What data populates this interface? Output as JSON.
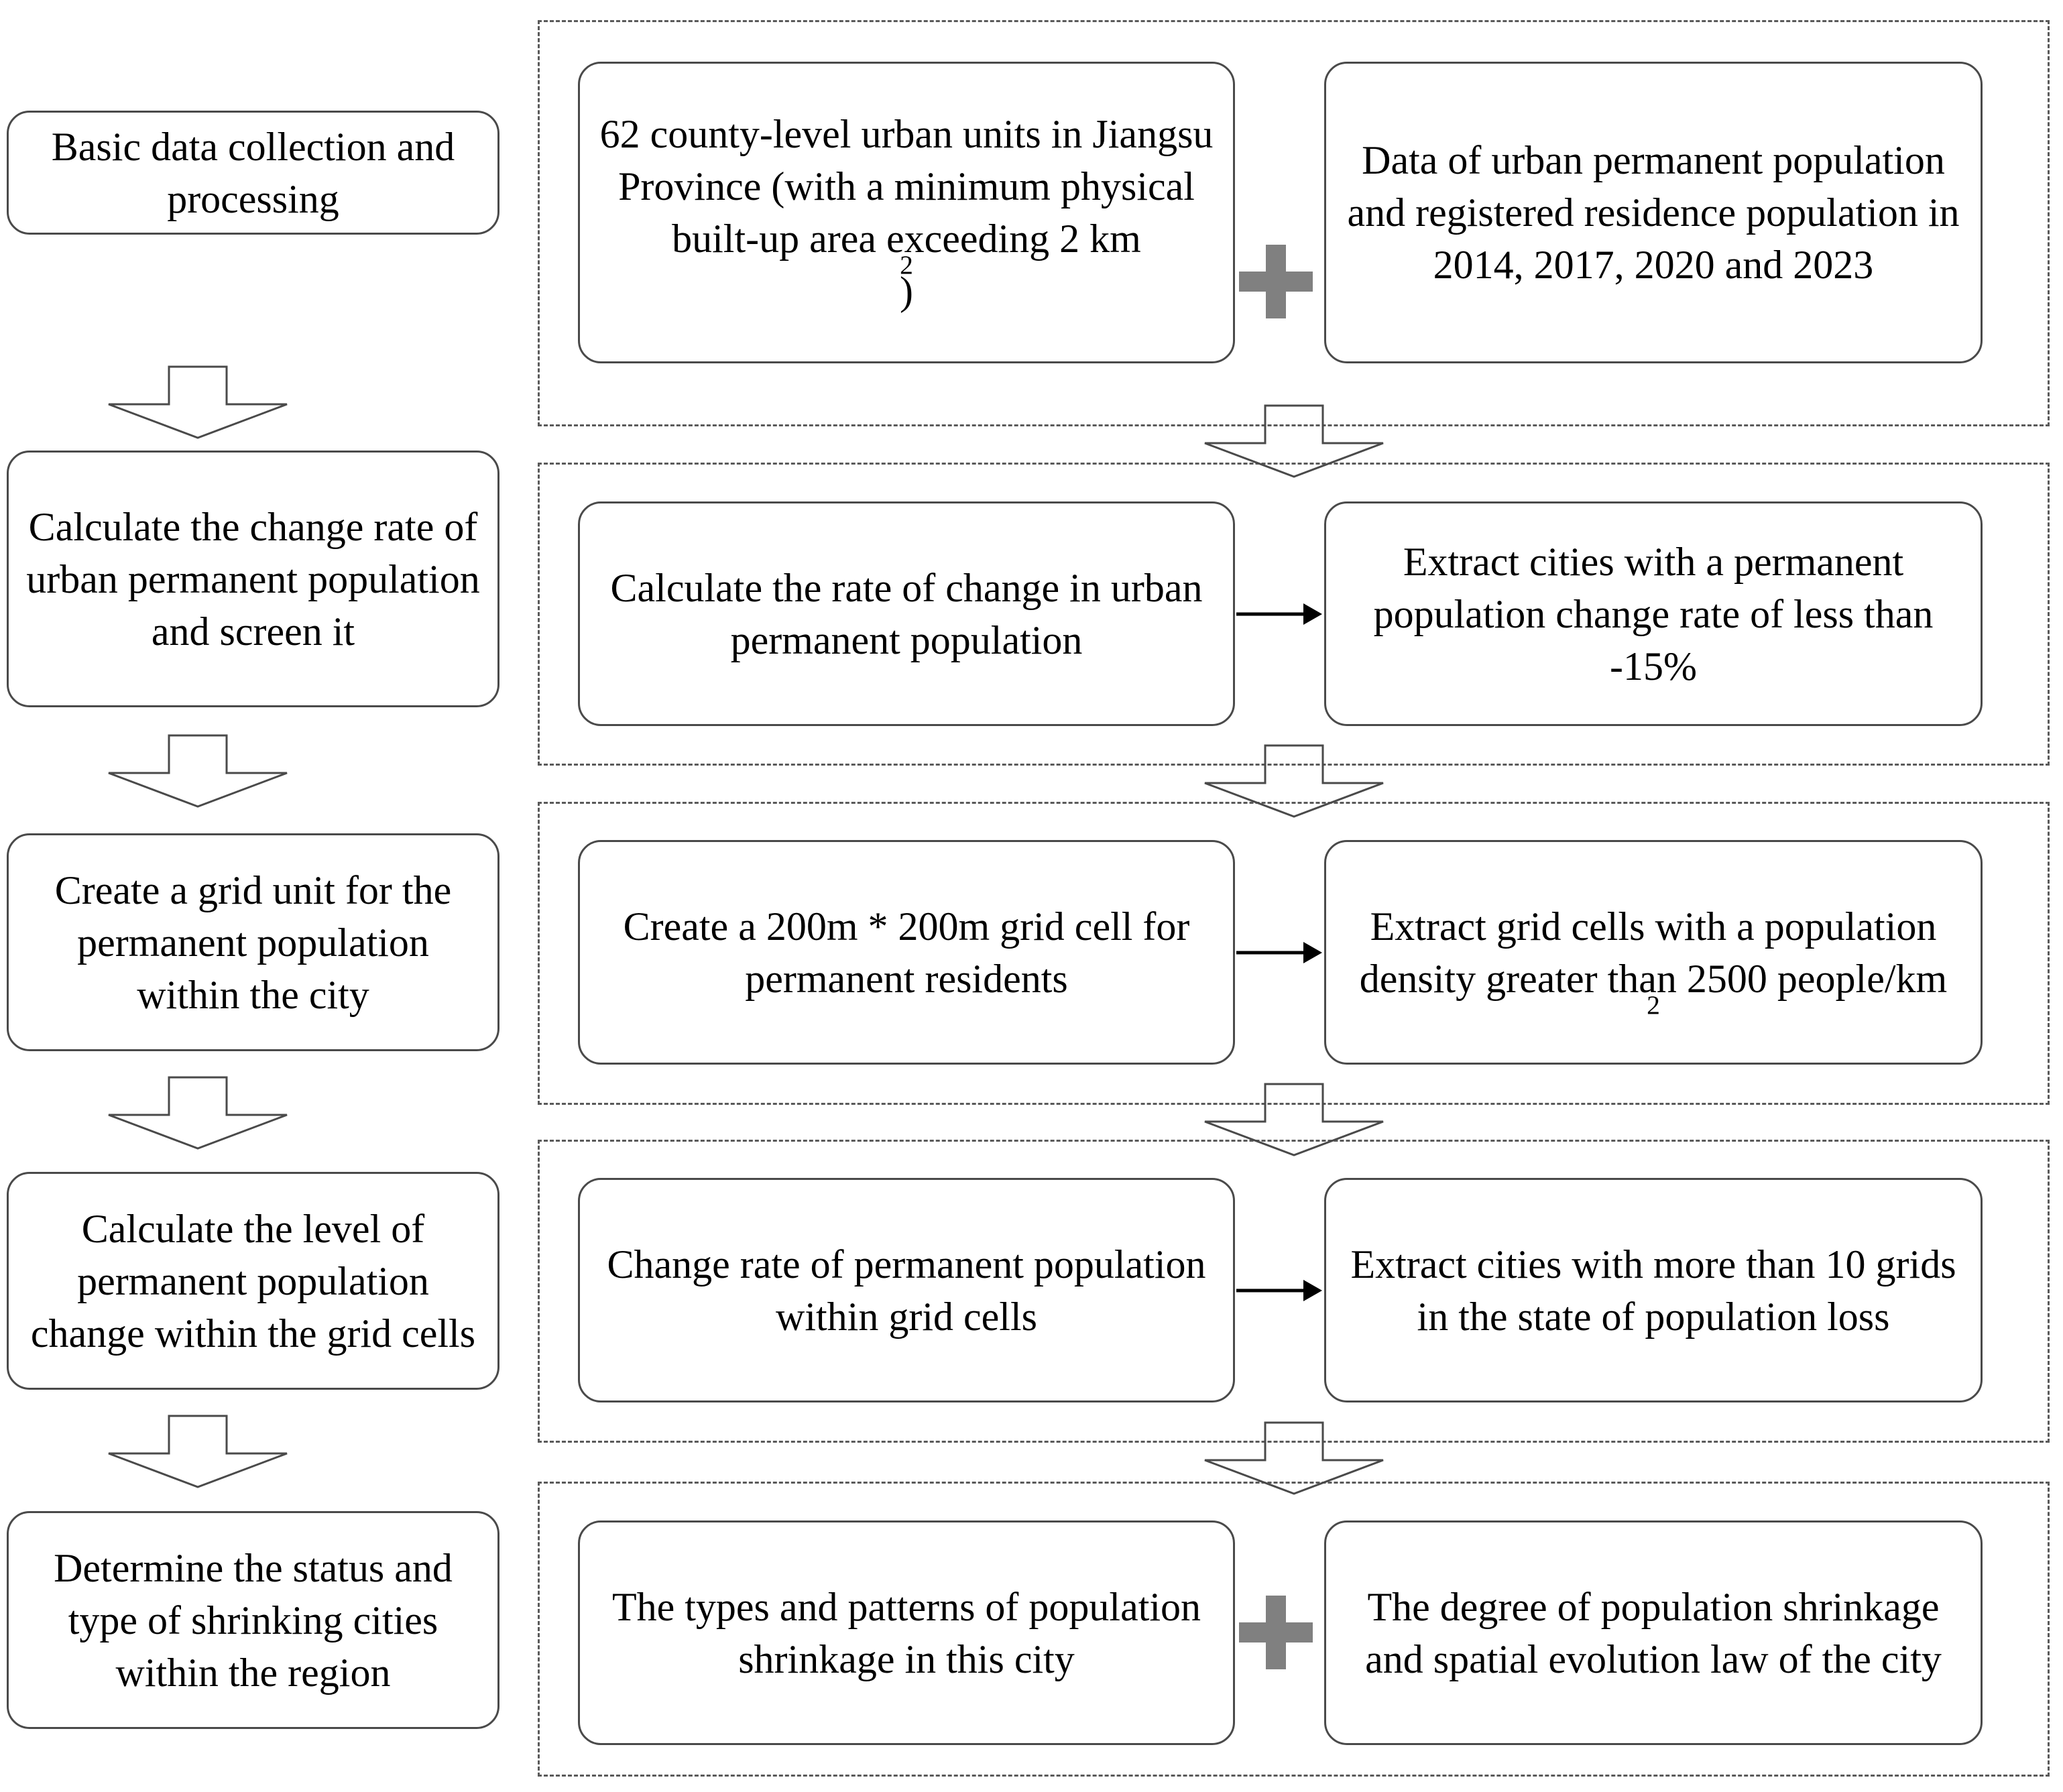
{
  "figure": {
    "type": "flowchart",
    "title": "Technical route of shrinking city identification",
    "orientation": "top-to-bottom",
    "colors": {
      "box_border": "#4a4a4a",
      "frame_border": "#5a5a5a",
      "plus": "#808080",
      "text": "#000000",
      "background": "#ffffff"
    }
  },
  "left_column": {
    "steps": [
      {
        "id": "step-1",
        "label": "Basic data collection and processing"
      },
      {
        "id": "step-2",
        "label": "Calculate the change rate of urban permanent population and screen it"
      },
      {
        "id": "step-3",
        "label": "Create a grid unit for the permanent population within the city"
      },
      {
        "id": "step-4",
        "label": "Calculate the level of permanent population change within the grid cells"
      },
      {
        "id": "step-5",
        "label": "Determine the status and type of shrinking cities within the region"
      }
    ],
    "connector_icon": "down-arrow-icon"
  },
  "right_column": {
    "groups": [
      {
        "id": "group-1",
        "connector": "plus-icon",
        "boxes": [
          {
            "id": "g1-box-1",
            "label_parts": [
              "62 county-level urban units in Jiangsu Province (with a minimum physical built-up area exceeding 2 km",
              "2",
              ")"
            ]
          },
          {
            "id": "g1-box-2",
            "label": "Data of urban permanent population and registered residence population in 2014, 2017, 2020 and 2023"
          }
        ]
      },
      {
        "id": "group-2",
        "connector": "right-arrow-icon",
        "boxes": [
          {
            "id": "g2-box-1",
            "label": "Calculate the rate of change in urban permanent population"
          },
          {
            "id": "g2-box-2",
            "label": "Extract cities with a permanent population change rate of less than -15%"
          }
        ]
      },
      {
        "id": "group-3",
        "connector": "right-arrow-icon",
        "boxes": [
          {
            "id": "g3-box-1",
            "label": "Create a 200m * 200m grid cell for permanent residents"
          },
          {
            "id": "g3-box-2",
            "label_parts": [
              "Extract grid cells with a population density greater than 2500 people/km",
              "2",
              ""
            ]
          }
        ]
      },
      {
        "id": "group-4",
        "connector": "right-arrow-icon",
        "boxes": [
          {
            "id": "g4-box-1",
            "label": "Change rate of permanent population within grid cells"
          },
          {
            "id": "g4-box-2",
            "label": "Extract cities with more than 10 grids in the state of population loss"
          }
        ]
      },
      {
        "id": "group-5",
        "connector": "plus-icon",
        "boxes": [
          {
            "id": "g5-box-1",
            "label": "The types and patterns of population shrinkage in this city"
          },
          {
            "id": "g5-box-2",
            "label": "The degree of population shrinkage and spatial evolution law of the city"
          }
        ]
      }
    ],
    "group_connector_icon": "down-arrow-icon"
  }
}
